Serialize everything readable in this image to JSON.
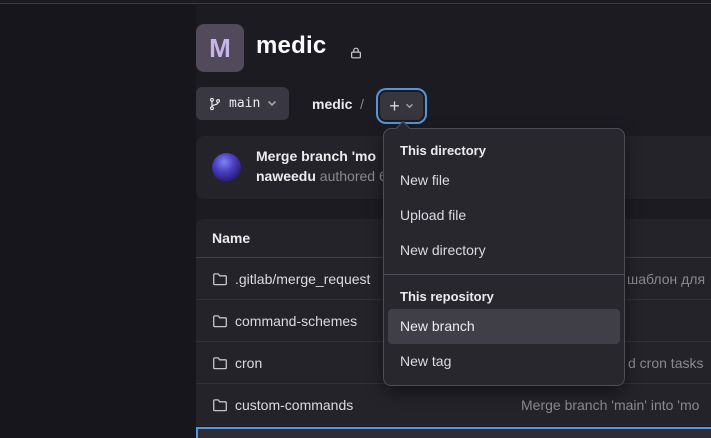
{
  "page": {
    "project": {
      "avatar_letter": "M",
      "name": "medic"
    },
    "toolbar": {
      "branch": "main",
      "breadcrumb": "medic",
      "separator": "/",
      "plus": "+"
    },
    "commit": {
      "title": "Merge branch 'mo",
      "author": "naweedu",
      "meta": " authored 6 d"
    },
    "table": {
      "name_header": "Name",
      "rows": [
        {
          "name": ".gitlab/merge_request",
          "message": "шаблон для"
        },
        {
          "name": "command-schemes",
          "message": ""
        },
        {
          "name": "cron",
          "message": "d cron tasks"
        },
        {
          "name": "custom-commands",
          "message": "Merge branch 'main' into 'mo"
        }
      ]
    },
    "dropdown": {
      "sections": [
        {
          "label": "This directory",
          "items": [
            "New file",
            "Upload file",
            "New directory"
          ]
        },
        {
          "label": "This repository",
          "items": [
            "New branch",
            "New tag"
          ]
        }
      ],
      "highlighted_item": "New branch"
    },
    "colors": {
      "accent_blue": "#5296dc",
      "surface": "#242329",
      "dropdown_bg": "#28272e",
      "text_primary": "#ececef",
      "text_muted": "#8a898f"
    }
  }
}
